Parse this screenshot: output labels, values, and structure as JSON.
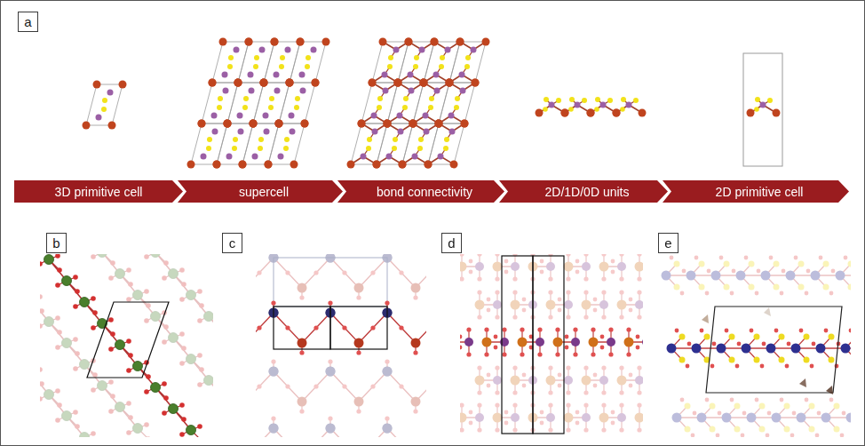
{
  "diagram": {
    "nodes": [
      {
        "text": [
          "a"
        ]
      },
      {
        "text": [
          "3D primitive cell"
        ]
      },
      {
        "text": [
          "supercell"
        ]
      },
      {
        "text": [
          "bond connectivity"
        ]
      },
      {
        "text": [
          "2D/1D/0D units"
        ]
      },
      {
        "text": [
          "2D primitive cell"
        ]
      },
      {
        "text": [
          "b"
        ]
      },
      {
        "text": [
          "c"
        ]
      },
      {
        "text": [
          "d"
        ]
      },
      {
        "text": [
          "e"
        ]
      }
    ]
  }
}
